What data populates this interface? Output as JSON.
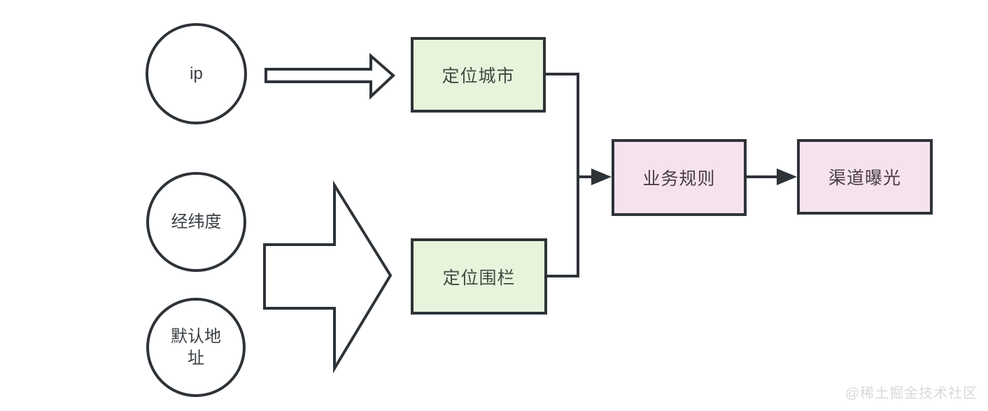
{
  "diagram": {
    "inputs": [
      {
        "label": "ip"
      },
      {
        "label": "经纬度"
      },
      {
        "label": "默认地址"
      }
    ],
    "process_nodes": [
      {
        "label": "定位城市"
      },
      {
        "label": "定位围栏"
      }
    ],
    "result_nodes": [
      {
        "label": "业务规则"
      },
      {
        "label": "渠道曝光"
      }
    ]
  },
  "watermark": "@稀土掘金技术社区",
  "colors": {
    "background": "#ffffff",
    "line": "#2e3338",
    "green-box-bg": "#e8f3dc",
    "green-box-text": "#414a40",
    "pink-box-bg": "#f6e2ee",
    "pink-box-text": "#473c46",
    "circle-text": "#3b4045",
    "watermark": "#d9d9d9"
  }
}
